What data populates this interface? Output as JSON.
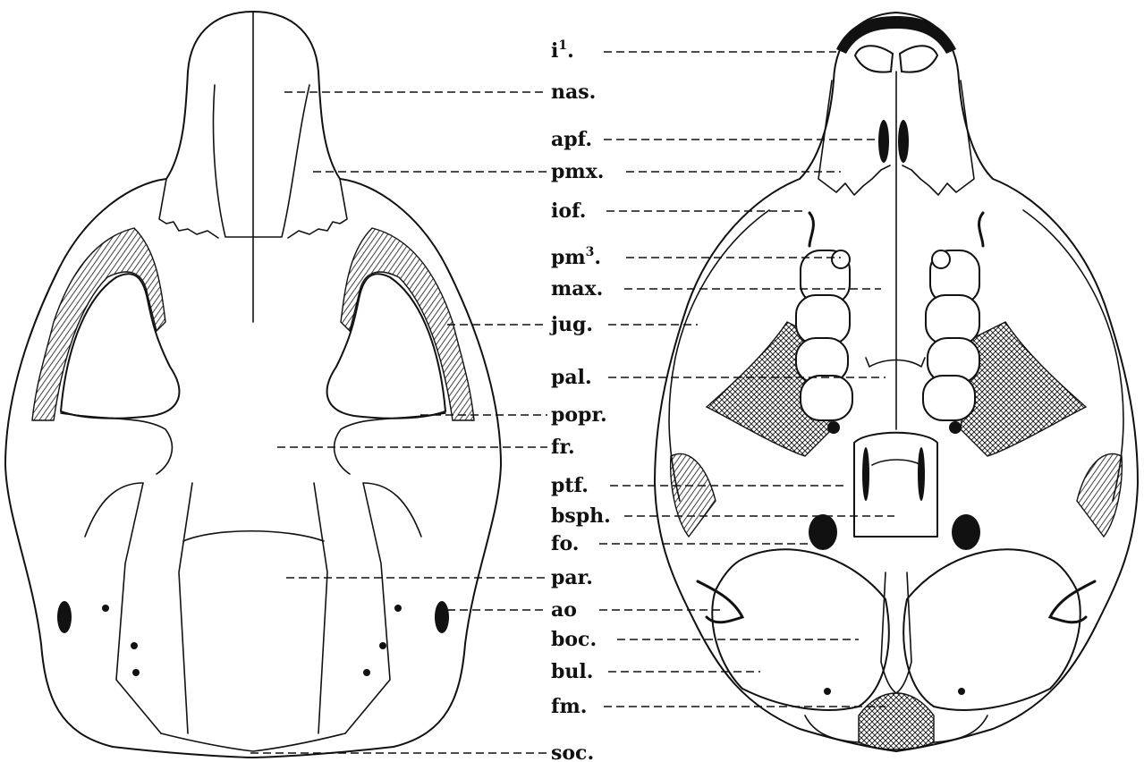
{
  "figure": {
    "labels": [
      {
        "key": "i1",
        "text": "i",
        "sup": "1",
        "tail": "."
      },
      {
        "key": "nas",
        "text": "nas.",
        "sup": "",
        "tail": ""
      },
      {
        "key": "apf",
        "text": "apf.",
        "sup": "",
        "tail": ""
      },
      {
        "key": "pmx",
        "text": "pmx.",
        "sup": "",
        "tail": ""
      },
      {
        "key": "iof",
        "text": "iof.",
        "sup": "",
        "tail": ""
      },
      {
        "key": "pm3",
        "text": "pm",
        "sup": "3",
        "tail": "."
      },
      {
        "key": "max",
        "text": "max.",
        "sup": "",
        "tail": ""
      },
      {
        "key": "jug",
        "text": "jug.",
        "sup": "",
        "tail": ""
      },
      {
        "key": "pal",
        "text": "pal.",
        "sup": "",
        "tail": ""
      },
      {
        "key": "popr",
        "text": "popr.",
        "sup": "",
        "tail": ""
      },
      {
        "key": "fr",
        "text": "fr.",
        "sup": "",
        "tail": ""
      },
      {
        "key": "ptf",
        "text": "ptf.",
        "sup": "",
        "tail": ""
      },
      {
        "key": "bsph",
        "text": "bsph.",
        "sup": "",
        "tail": ""
      },
      {
        "key": "fo",
        "text": "fo.",
        "sup": "",
        "tail": ""
      },
      {
        "key": "par",
        "text": "par.",
        "sup": "",
        "tail": ""
      },
      {
        "key": "ao",
        "text": "ao",
        "sup": "",
        "tail": ""
      },
      {
        "key": "boc",
        "text": "boc.",
        "sup": "",
        "tail": ""
      },
      {
        "key": "bul",
        "text": "bul.",
        "sup": "",
        "tail": ""
      },
      {
        "key": "fm",
        "text": "fm.",
        "sup": "",
        "tail": ""
      },
      {
        "key": "soc",
        "text": "soc.",
        "sup": "",
        "tail": ""
      }
    ]
  }
}
